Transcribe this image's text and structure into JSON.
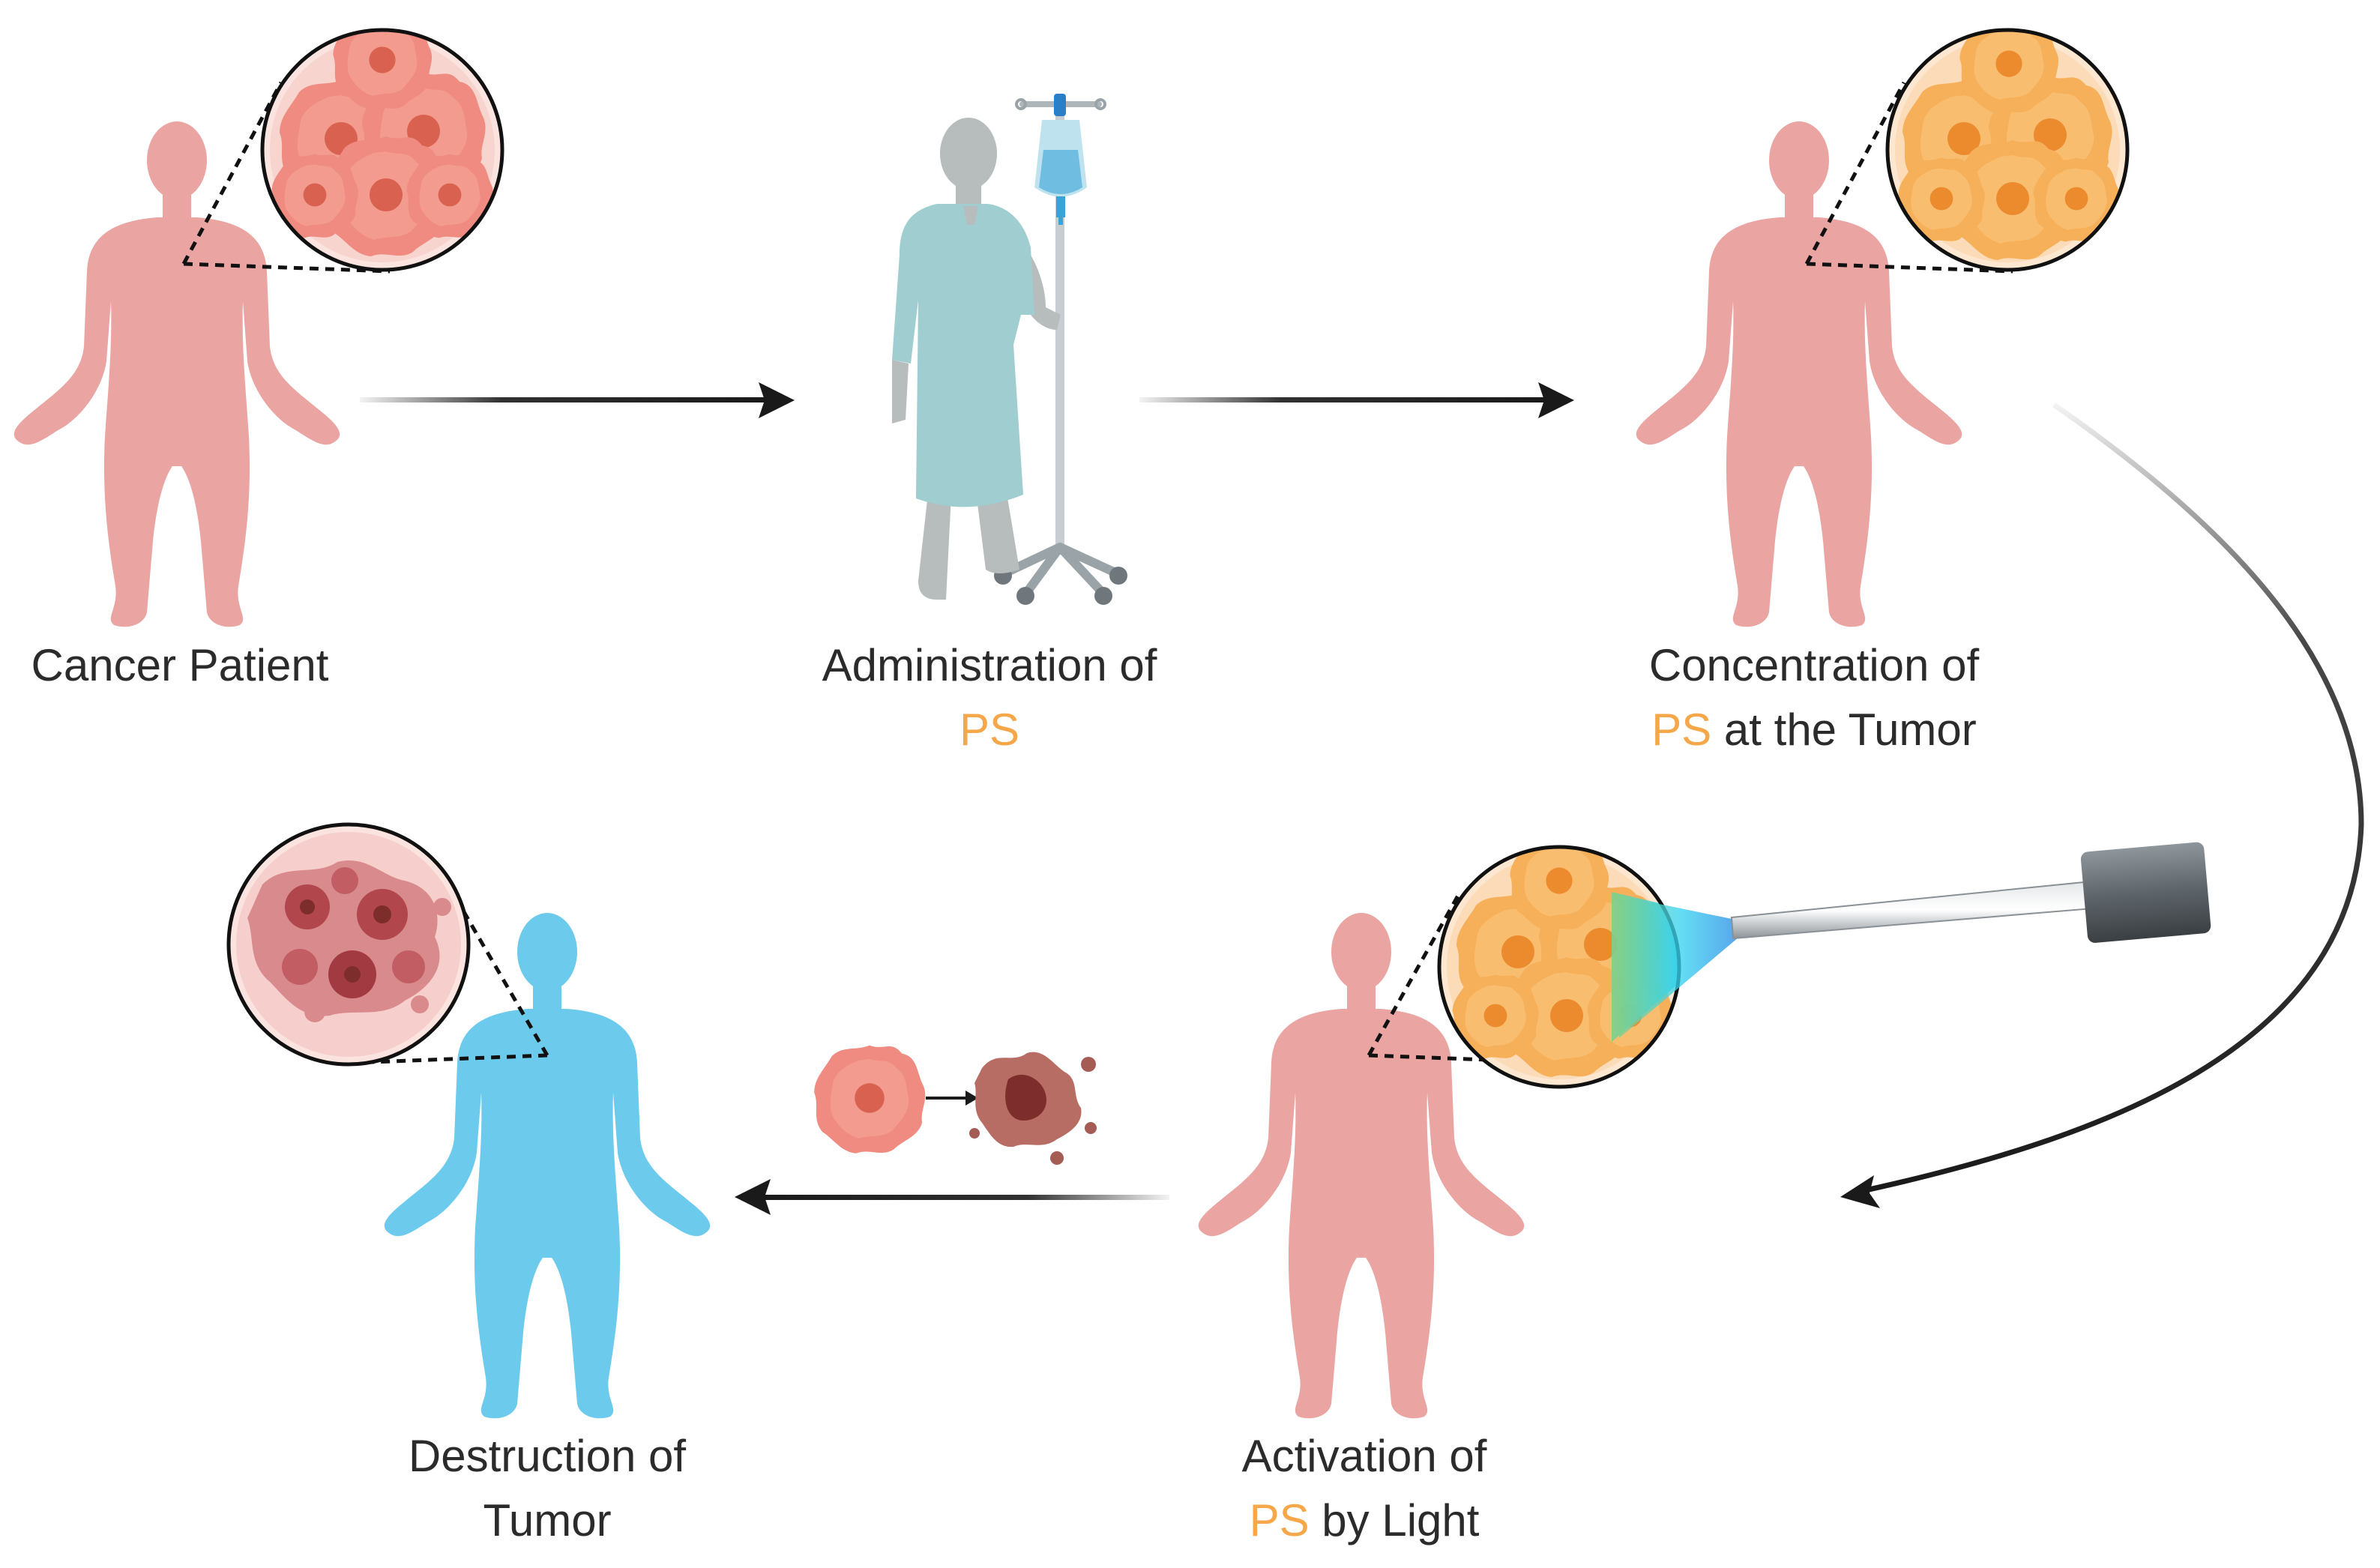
{
  "steps": {
    "cancer_patient": {
      "line1": "Cancer Patient"
    },
    "administration": {
      "line1": "Administration of",
      "ps": "PS",
      "rest": ""
    },
    "concentration": {
      "line1": "Concentration of",
      "ps": "PS",
      "rest": " at the Tumor"
    },
    "activation": {
      "line1": "Activation of",
      "ps": "PS",
      "rest": " by Light"
    },
    "destruction": {
      "line1": "Destruction of",
      "line2": "Tumor"
    }
  },
  "colors": {
    "body_pink": "#eaa5a3",
    "body_blue": "#6ccbec",
    "gown": "#9fcdd0",
    "skin_gray": "#b7bcbc",
    "highlight": "#f5a74a",
    "cell_red": "#ef8b80",
    "cell_orange": "#f7b05a",
    "dead_cell": "#b1464c",
    "arrow": "#1a1a1a",
    "light_beam": "#35d3f0"
  }
}
